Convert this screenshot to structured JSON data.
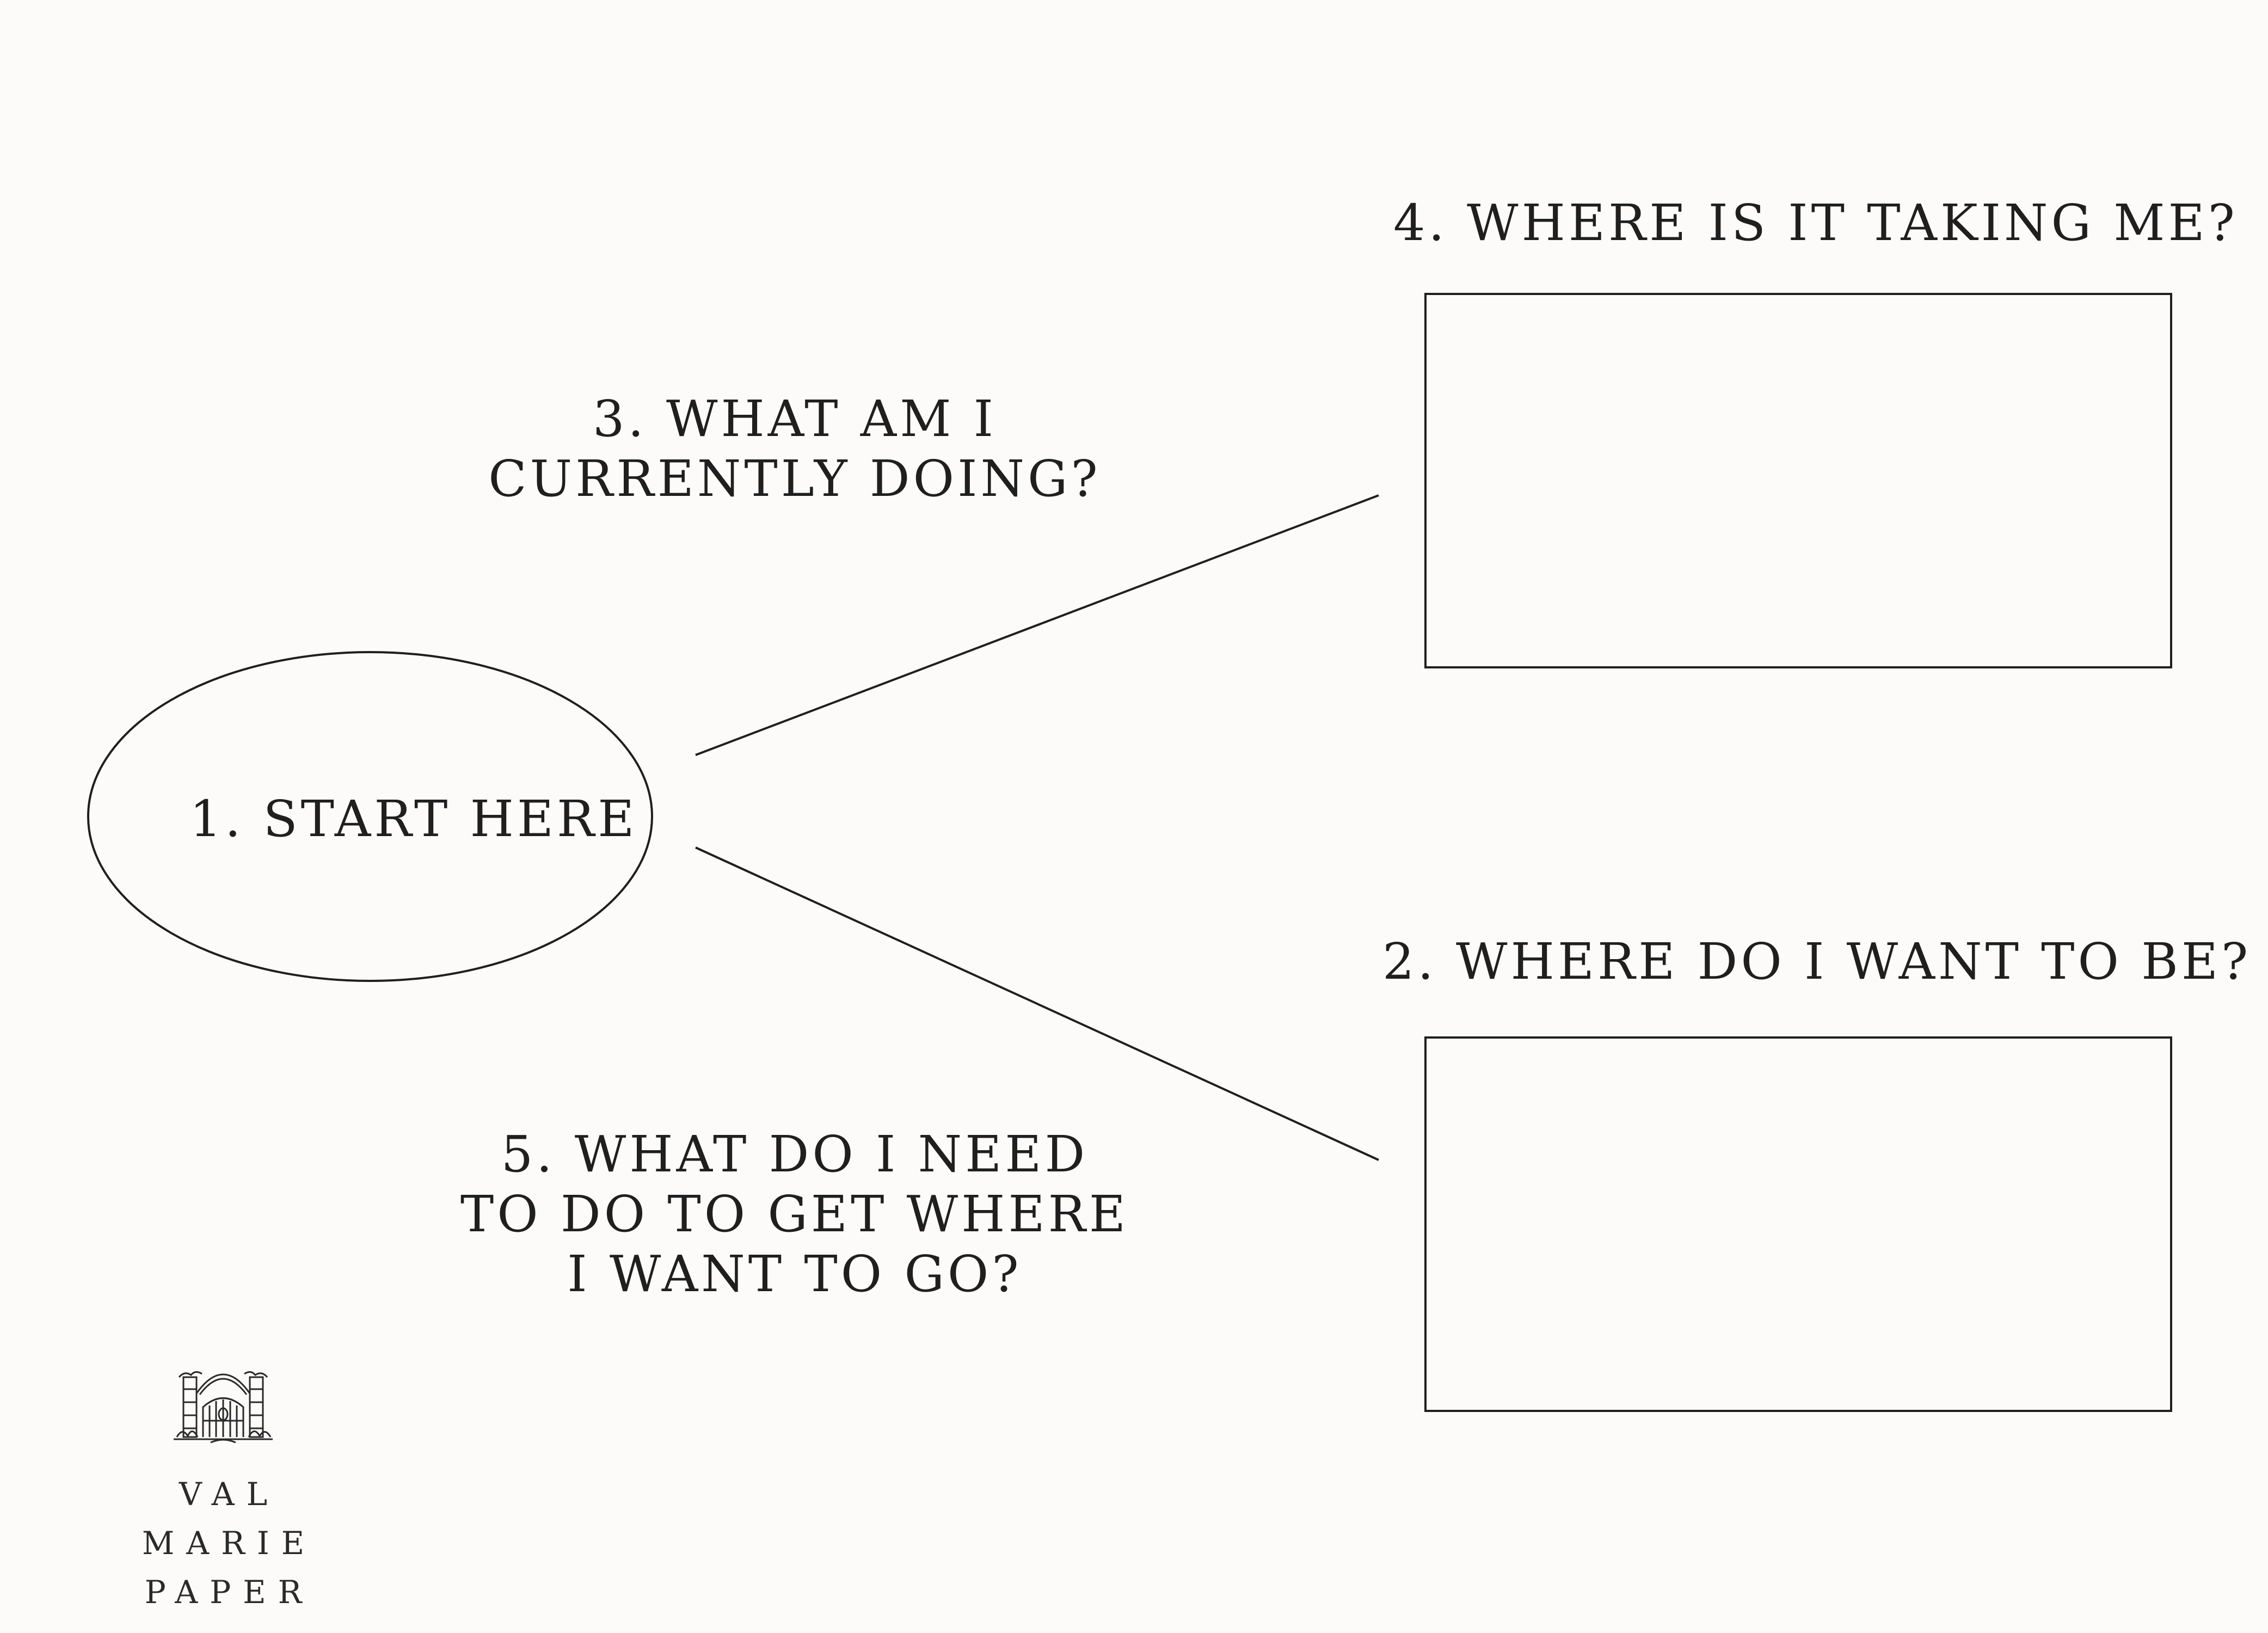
{
  "diagram": {
    "start": {
      "lines": [
        "1. START HERE"
      ]
    },
    "q3": {
      "lines": [
        "3. WHAT AM I",
        "CURRENTLY DOING?"
      ]
    },
    "q4": {
      "lines": [
        "4. WHERE IS IT TAKING ME?"
      ]
    },
    "q2": {
      "lines": [
        "2. WHERE DO I WANT TO BE?"
      ]
    },
    "q5": {
      "lines": [
        "5. WHAT DO I NEED",
        "TO DO TO GET WHERE",
        "I WANT TO GO?"
      ]
    }
  },
  "brand": {
    "lines": [
      "VAL MARIE",
      "PAPER"
    ],
    "logo_icon": "garden-gate-illustration-icon"
  },
  "colors": {
    "background": "#fcfbf9",
    "ink": "#1f1f1f"
  }
}
